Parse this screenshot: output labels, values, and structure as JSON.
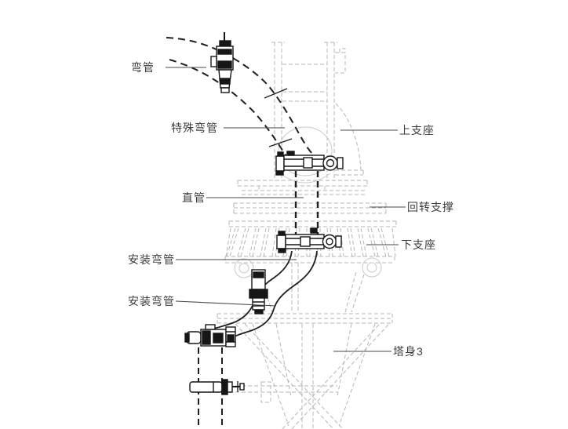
{
  "diagram": {
    "labels": {
      "bend_pipe": "弯管",
      "special_bend_pipe": "特殊弯管",
      "straight_pipe": "直管",
      "install_bend_pipe_upper": "安装弯管",
      "install_bend_pipe_lower": "安装弯管",
      "upper_support": "上支座",
      "slewing_support": "回转支撑",
      "lower_support": "下支座",
      "tower_body_3": "塔身3"
    },
    "colors": {
      "background": "#ffffff",
      "structure_line": "#b6b6b6",
      "structure_faint": "#c9c9c9",
      "pipe_line": "#1f1f1f",
      "leader_line": "#4a4a4a",
      "label_text": "#3c3c3c"
    }
  }
}
